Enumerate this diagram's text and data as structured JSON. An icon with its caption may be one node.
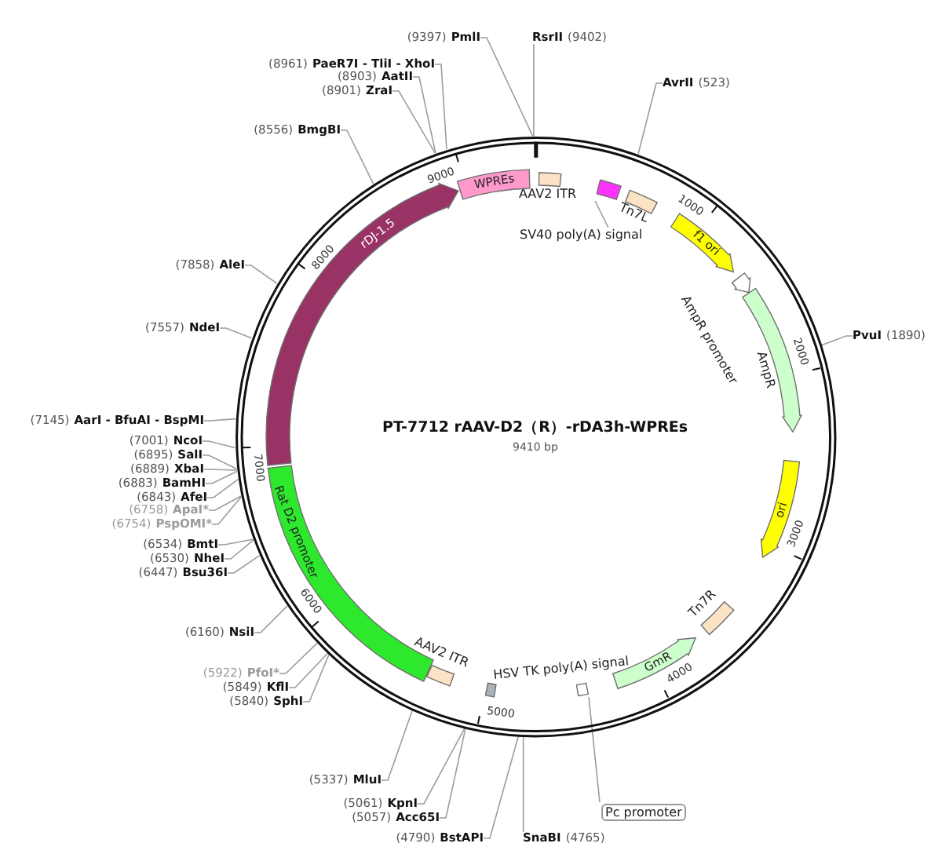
{
  "diagram": {
    "title": "PT-7712 rAAV-D2（R）-rDA3h-WPREs",
    "nodes": [
      {
        "text": [],
        "shape": "circle"
      },
      {
        "text": [
          "AAV2 ITR"
        ],
        "in": 0
      },
      {
        "text": [
          "SV40 poly(A) signal"
        ],
        "in": 0
      },
      {
        "text": [],
        "shape": "box",
        "in": 0
      },
      {
        "text": [
          "Tn7L"
        ],
        "in": 0
      },
      {
        "text": [
          "f1 ori"
        ],
        "in": 0
      },
      {
        "text": [
          "AmpR promoter"
        ],
        "in": 0
      },
      {
        "text": [
          "AmpR"
        ],
        "in": 0
      },
      {
        "text": [
          "ori"
        ],
        "in": 0
      },
      {
        "text": [
          "Tn7R"
        ],
        "in": 0
      },
      {
        "text": [
          "GmR"
        ],
        "in": 0
      },
      {
        "text": [],
        "shape": "box",
        "in": 0
      },
      {
        "text": [
          "Pc promoter"
        ]
      },
      {
        "text": [
          "HSV TK poly(A) signal"
        ],
        "in": 0
      },
      {
        "text": [
          "AAV2 ITR"
        ],
        "in": 0
      },
      {
        "text": [
          "Rat D2 promoter"
        ],
        "in": 0
      },
      {
        "text": [
          "rDJ-1.5"
        ],
        "in": 0
      },
      {
        "text": [
          "WPREs"
        ],
        "in": 0
      },
      {
        "text": [
          "AvrII",
          "(523)"
        ]
      },
      {
        "text": [
          "PvuI",
          "(1890)"
        ]
      },
      {
        "text": [
          "SnaBI",
          "(4765)"
        ]
      },
      {
        "text": [
          "(4790)",
          "BstAPI"
        ]
      },
      {
        "text": [
          "(5057)",
          "Acc65I"
        ]
      },
      {
        "text": [
          "(5061)",
          "KpnI"
        ]
      },
      {
        "text": [
          "(5337)",
          "MluI"
        ]
      },
      {
        "text": [
          "(5840)",
          "SphI"
        ]
      },
      {
        "text": [
          "(5849)",
          "KflI"
        ]
      },
      {
        "text": [
          "(5922)",
          "PfoI*"
        ]
      },
      {
        "text": [
          "(6160)",
          "NsiI"
        ]
      },
      {
        "text": [
          "(6447)",
          "Bsu36I"
        ]
      },
      {
        "text": [
          "(6530)",
          "NheI"
        ]
      },
      {
        "text": [
          "(6534)",
          "BmtI"
        ]
      },
      {
        "text": [
          "(6754)",
          "PspOMI*"
        ]
      },
      {
        "text": [
          "(6758)",
          "ApaI*"
        ]
      },
      {
        "text": [
          "(6843)",
          "AfeI"
        ]
      },
      {
        "text": [
          "(6883)",
          "BamHI"
        ]
      },
      {
        "text": [
          "(6889)",
          "XbaI"
        ]
      },
      {
        "text": [
          "(6895)",
          "SalI"
        ]
      },
      {
        "text": [
          "(7001)",
          "NcoI"
        ]
      },
      {
        "text": [
          "(7145)",
          "AarI - BfuAI - BspMI"
        ]
      },
      {
        "text": [
          "(7557)",
          "NdeI"
        ]
      },
      {
        "text": [
          "(7858)",
          "AleI"
        ]
      },
      {
        "text": [
          "(8556)",
          "BmgBI"
        ]
      },
      {
        "text": [
          "(8901)",
          "ZraI"
        ]
      },
      {
        "text": [
          "(8903)",
          "AatII"
        ]
      },
      {
        "text": [
          "(8961)",
          "PaeR7I - TliI - XhoI"
        ]
      },
      {
        "text": [
          "(9397)",
          "PmlI"
        ]
      },
      {
        "text": [
          "RsrII",
          "(9402)"
        ]
      }
    ],
    "edges": [
      {
        "from": 2,
        "to": 3,
        "arrow": "none"
      },
      {
        "from": 12,
        "to": 11,
        "arrow": "none"
      },
      {
        "from": 18,
        "to": 0,
        "arrow": "none"
      },
      {
        "from": 19,
        "to": 0,
        "arrow": "none"
      },
      {
        "from": 20,
        "to": 0,
        "arrow": "none"
      },
      {
        "from": 21,
        "to": 0,
        "arrow": "none"
      },
      {
        "from": 22,
        "to": 0,
        "arrow": "none"
      },
      {
        "from": 23,
        "to": 0,
        "arrow": "none"
      },
      {
        "from": 24,
        "to": 0,
        "arrow": "none"
      },
      {
        "from": 25,
        "to": 0,
        "arrow": "none"
      },
      {
        "from": 26,
        "to": 0,
        "arrow": "none"
      },
      {
        "from": 27,
        "to": 0,
        "arrow": "none"
      },
      {
        "from": 28,
        "to": 0,
        "arrow": "none"
      },
      {
        "from": 29,
        "to": 0,
        "arrow": "none"
      },
      {
        "from": 30,
        "to": 0,
        "arrow": "none"
      },
      {
        "from": 31,
        "to": 0,
        "arrow": "none"
      },
      {
        "from": 32,
        "to": 0,
        "arrow": "none"
      },
      {
        "from": 33,
        "to": 0,
        "arrow": "none"
      },
      {
        "from": 34,
        "to": 0,
        "arrow": "none"
      },
      {
        "from": 35,
        "to": 0,
        "arrow": "none"
      },
      {
        "from": 36,
        "to": 0,
        "arrow": "none"
      },
      {
        "from": 37,
        "to": 0,
        "arrow": "none"
      },
      {
        "from": 38,
        "to": 0,
        "arrow": "none"
      },
      {
        "from": 39,
        "to": 0,
        "arrow": "none"
      },
      {
        "from": 40,
        "to": 0,
        "arrow": "none"
      },
      {
        "from": 41,
        "to": 0,
        "arrow": "none"
      },
      {
        "from": 42,
        "to": 0,
        "arrow": "none"
      },
      {
        "from": 43,
        "to": 0,
        "arrow": "none"
      },
      {
        "from": 44,
        "to": 0,
        "arrow": "none"
      },
      {
        "from": 45,
        "to": 0,
        "arrow": "none"
      },
      {
        "from": 46,
        "to": 0,
        "arrow": "none"
      },
      {
        "from": 47,
        "to": 0,
        "arrow": "none"
      }
    ],
    "labels": [
      "9410 bp",
      "1000",
      "2000",
      "3000",
      "4000",
      "5000",
      "6000",
      "7000",
      "8000",
      "9000"
    ]
  }
}
